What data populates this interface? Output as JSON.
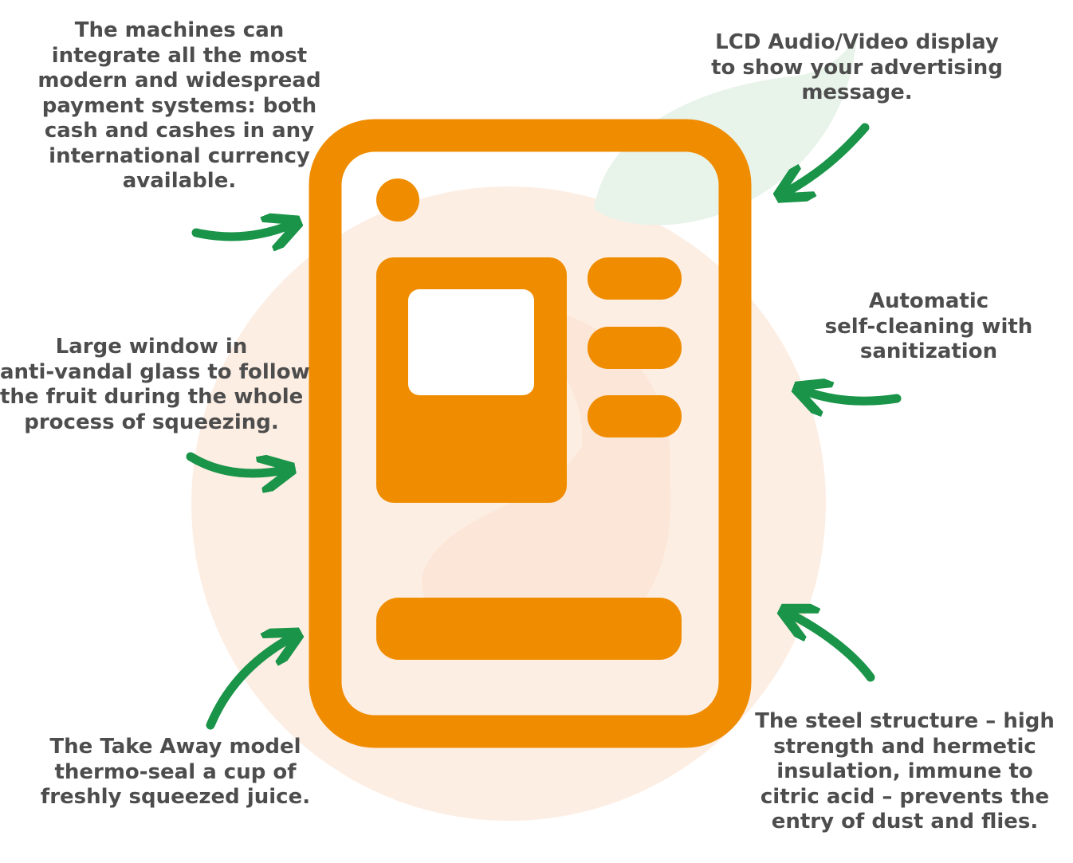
{
  "features": {
    "payment": {
      "lines": [
        "The machines can",
        "integrate all the most",
        "modern and widespread",
        "payment systems: both",
        "cash and cashes in any",
        "international currency",
        "available."
      ]
    },
    "lcd_display": {
      "lines": [
        "LCD Audio/Video display",
        "to show your advertising",
        "message."
      ]
    },
    "window": {
      "lines": [
        "Large window in",
        "anti-vandal glass to follow",
        "the fruit during the whole",
        "process of squeezing."
      ]
    },
    "self_cleaning": {
      "lines": [
        "Automatic",
        "self-cleaning with",
        "sanitization"
      ]
    },
    "take_away": {
      "lines": [
        "The Take Away model",
        "thermo-seal a cup of",
        "freshly squeezed juice."
      ]
    },
    "steel_structure": {
      "lines": [
        "The steel structure – high",
        "strength and hermetic",
        "insulation, immune to",
        "citric acid – prevents the",
        "entry of dust and flies."
      ]
    }
  },
  "colors": {
    "machine_orange": "#f08c00",
    "arrow_green": "#1a9448",
    "text_gray": "#4d4d4d",
    "orange_background": "#fdeee4",
    "leaf_background": "#e8f3ea"
  },
  "icons": {
    "machine": "vending-machine-icon",
    "arrow": "brush-arrow-icon"
  }
}
